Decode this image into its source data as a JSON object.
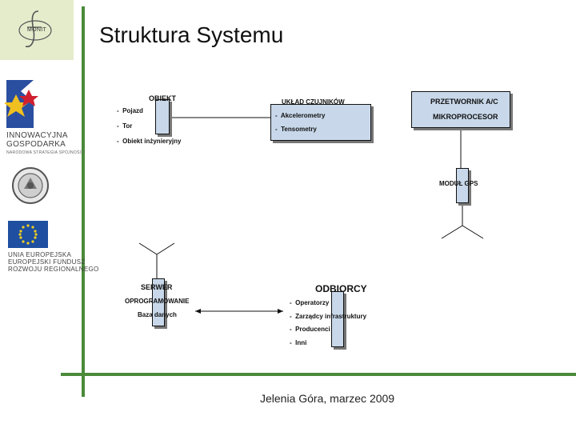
{
  "title": "Struktura Systemu",
  "footer": "Jelenia Góra, marzec 2009",
  "logos": {
    "monit": "MONIT",
    "ig_line1": "INNOWACYJNA",
    "ig_line2": "GOSPODARKA",
    "ig_line3": "NARODOWA STRATEGIA SPÓJNOŚCI",
    "eu_line1": "UNIA EUROPEJSKA",
    "eu_line2": "EUROPEJSKI FUNDUSZ",
    "eu_line3": "ROZWOJU REGIONALNEGO"
  },
  "diagram": {
    "obiekt": {
      "title": "OBIEKT",
      "items": [
        "Pojazd",
        "Tor",
        "Obiekt inżynieryjny"
      ]
    },
    "uklad": {
      "title": "UKŁAD CZUJNIKÓW",
      "items": [
        "Akcelerometry",
        "Tensometry"
      ]
    },
    "przetwornik": {
      "line1": "PRZETWORNIK A/C",
      "line2": "MIKROPROCESOR"
    },
    "modul": "MODUŁ GPS",
    "serwer": {
      "title": "SERWER",
      "items": [
        "OPROGRAMOWANIE",
        "Baza danych"
      ]
    },
    "odbiorcy": {
      "title": "ODBIORCY",
      "items": [
        "Operatorzy",
        "Zarządcy infrastruktury",
        "Producenci",
        "Inni"
      ]
    },
    "bullet": "-"
  }
}
